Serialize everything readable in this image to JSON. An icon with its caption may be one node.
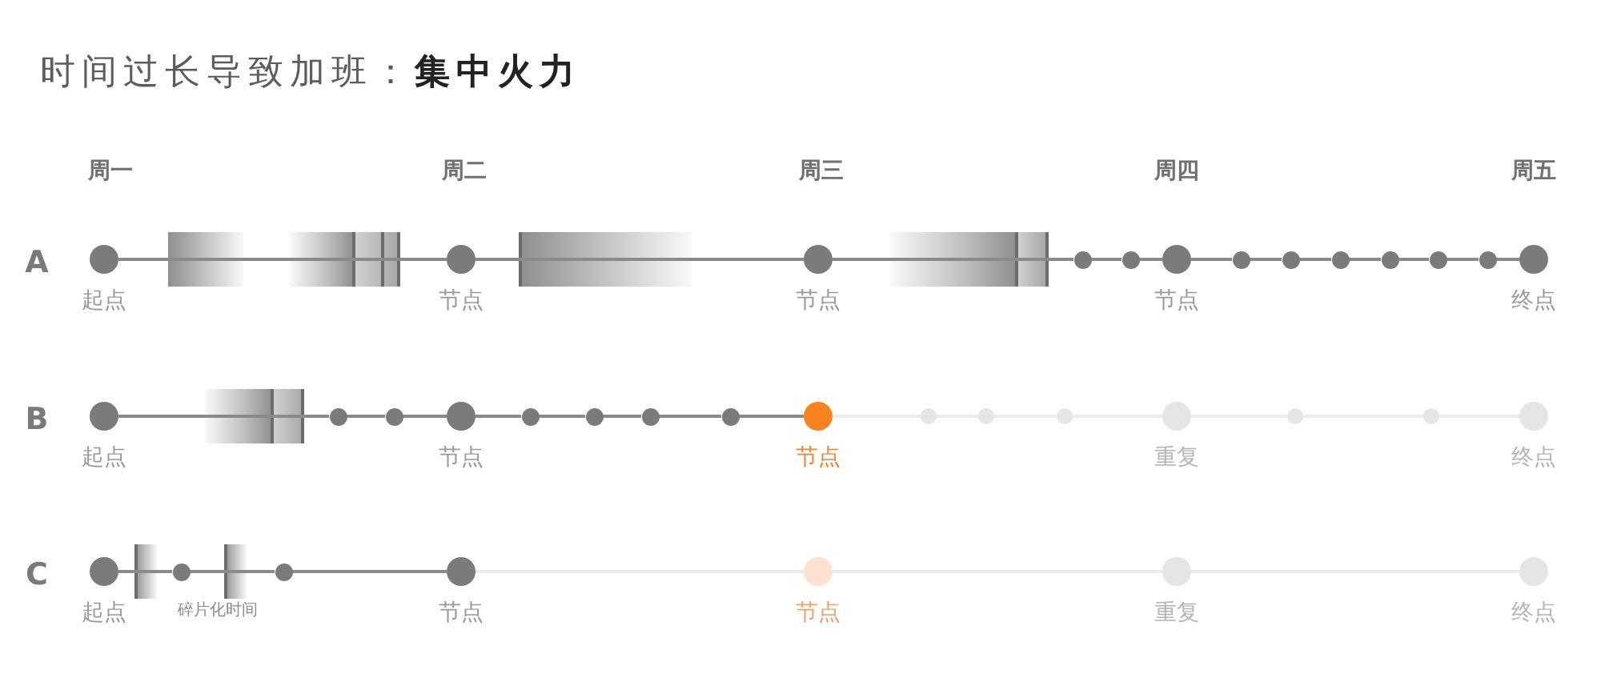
{
  "diagram": {
    "title": "时间过长导致加班：**集中火力**",
    "nodes": [
      {
        "text": [],
        "shape": "circle",
        "beside": [
          "起点"
        ]
      },
      {
        "text": [],
        "shape": "circle",
        "beside": [
          "节点"
        ]
      },
      {
        "text": [],
        "shape": "circle",
        "beside": [
          "节点"
        ]
      },
      {
        "text": [],
        "shape": "circle"
      },
      {
        "text": [],
        "shape": "circle"
      },
      {
        "text": [],
        "shape": "circle",
        "beside": [
          "节点"
        ]
      },
      {
        "text": [],
        "shape": "circle"
      },
      {
        "text": [],
        "shape": "circle"
      },
      {
        "text": [],
        "shape": "circle"
      },
      {
        "text": [],
        "shape": "circle"
      },
      {
        "text": [],
        "shape": "circle"
      },
      {
        "text": [],
        "shape": "circle"
      },
      {
        "text": [],
        "shape": "circle",
        "beside": [
          "终点"
        ]
      },
      {
        "text": [],
        "shape": "circle",
        "beside": [
          "起点"
        ]
      },
      {
        "text": [],
        "shape": "circle"
      },
      {
        "text": [],
        "shape": "circle"
      },
      {
        "text": [],
        "shape": "circle",
        "beside": [
          "节点"
        ]
      },
      {
        "text": [],
        "shape": "circle"
      },
      {
        "text": [],
        "shape": "circle"
      },
      {
        "text": [],
        "shape": "circle"
      },
      {
        "text": [],
        "shape": "circle"
      },
      {
        "text": [],
        "shape": "circle",
        "beside": [
          "节点"
        ]
      },
      {
        "text": [],
        "shape": "circle"
      },
      {
        "text": [],
        "shape": "circle"
      },
      {
        "text": [],
        "shape": "circle"
      },
      {
        "text": [],
        "shape": "circle",
        "beside": [
          "重复"
        ]
      },
      {
        "text": [],
        "shape": "circle"
      },
      {
        "text": [],
        "shape": "circle"
      },
      {
        "text": [],
        "shape": "circle",
        "beside": [
          "终点"
        ]
      },
      {
        "text": [],
        "shape": "circle",
        "beside": [
          "起点"
        ]
      },
      {
        "text": [],
        "shape": "circle"
      },
      {
        "text": [],
        "shape": "circle"
      },
      {
        "text": [],
        "shape": "circle",
        "beside": [
          "节点"
        ]
      },
      {
        "text": [],
        "shape": "circle",
        "beside": [
          "节点"
        ]
      },
      {
        "text": [],
        "shape": "circle",
        "beside": [
          "重复"
        ]
      },
      {
        "text": [],
        "shape": "circle",
        "beside": [
          "终点"
        ]
      }
    ],
    "edges": [
      {
        "from": 0,
        "to": 1,
        "arrow": "none"
      },
      {
        "from": 1,
        "to": 2,
        "arrow": "none"
      },
      {
        "from": 2,
        "to": 3,
        "arrow": "none"
      },
      {
        "from": 3,
        "to": 4,
        "arrow": "none"
      },
      {
        "from": 4,
        "to": 5,
        "arrow": "none"
      },
      {
        "from": 5,
        "to": 6,
        "arrow": "none"
      },
      {
        "from": 6,
        "to": 7,
        "arrow": "none"
      },
      {
        "from": 7,
        "to": 8,
        "arrow": "none"
      },
      {
        "from": 8,
        "to": 9,
        "arrow": "none"
      },
      {
        "from": 9,
        "to": 10,
        "arrow": "none"
      },
      {
        "from": 10,
        "to": 11,
        "arrow": "none"
      },
      {
        "from": 11,
        "to": 12,
        "arrow": "none"
      },
      {
        "from": 13,
        "to": 14,
        "arrow": "none"
      },
      {
        "from": 14,
        "to": 15,
        "arrow": "none"
      },
      {
        "from": 15,
        "to": 16,
        "arrow": "none"
      },
      {
        "from": 16,
        "to": 17,
        "arrow": "none"
      },
      {
        "from": 17,
        "to": 18,
        "arrow": "none"
      },
      {
        "from": 18,
        "to": 19,
        "arrow": "none"
      },
      {
        "from": 19,
        "to": 20,
        "arrow": "none"
      },
      {
        "from": 20,
        "to": 21,
        "arrow": "none"
      },
      {
        "from": 21,
        "to": 22,
        "arrow": "none",
        "color": "#ebebeb"
      },
      {
        "from": 22,
        "to": 23,
        "arrow": "none",
        "color": "#ebebeb"
      },
      {
        "from": 23,
        "to": 24,
        "arrow": "none",
        "color": "#ebebeb"
      },
      {
        "from": 24,
        "to": 25,
        "arrow": "none",
        "color": "#ebebeb"
      },
      {
        "from": 25,
        "to": 26,
        "arrow": "none",
        "color": "#ebebeb"
      },
      {
        "from": 26,
        "to": 27,
        "arrow": "none",
        "color": "#ebebeb"
      },
      {
        "from": 27,
        "to": 28,
        "arrow": "none",
        "color": "#ebebeb"
      },
      {
        "from": 29,
        "to": 30,
        "arrow": "none"
      },
      {
        "from": 30,
        "to": 31,
        "arrow": "none"
      },
      {
        "from": 31,
        "to": 32,
        "arrow": "none"
      },
      {
        "from": 32,
        "to": 33,
        "arrow": "none",
        "color": "#ebebeb"
      },
      {
        "from": 33,
        "to": 34,
        "arrow": "none",
        "color": "#ebebeb"
      },
      {
        "from": 34,
        "to": 35,
        "arrow": "none",
        "color": "#ebebeb"
      }
    ],
    "labels": [
      "周一",
      "周二",
      "周三",
      "周四",
      "周五",
      "A",
      "B",
      "C",
      "碎片化时间"
    ]
  }
}
